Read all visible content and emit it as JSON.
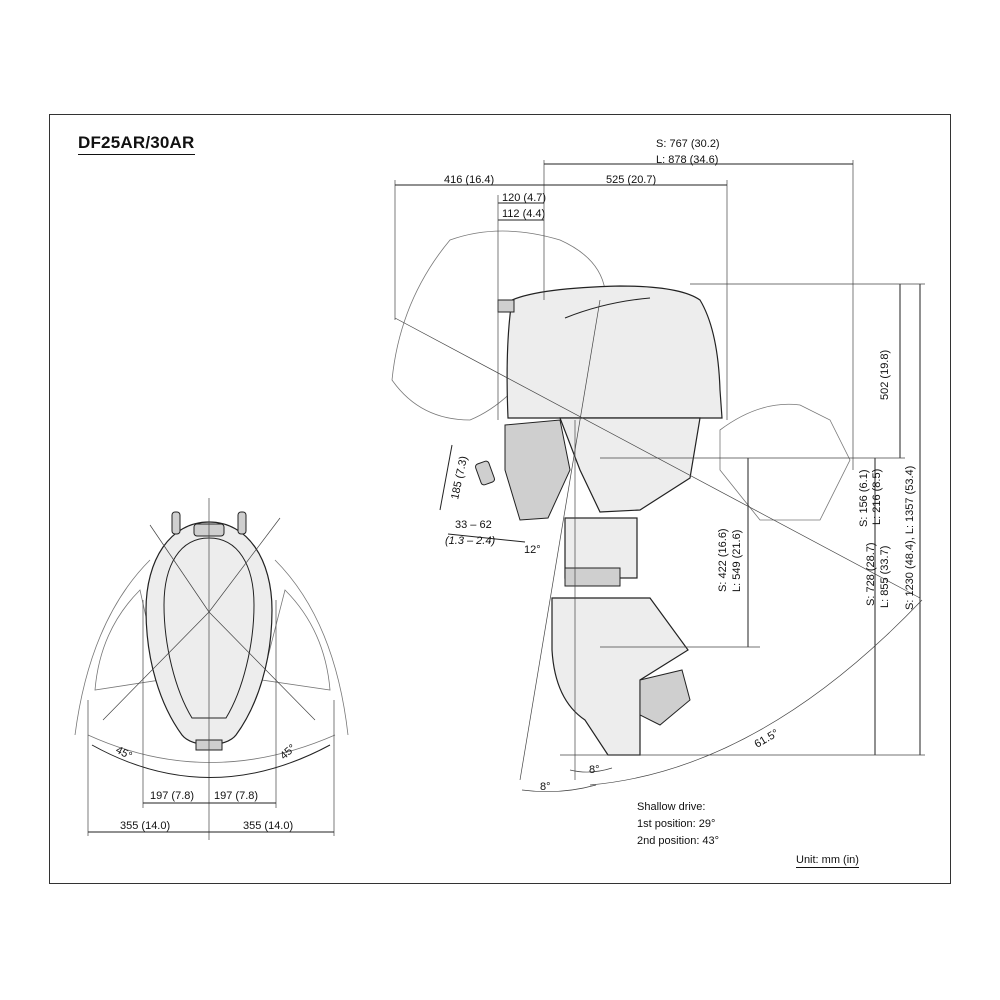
{
  "title": "DF25AR/30AR",
  "dims": {
    "top_s": "S: 767 (30.2)",
    "top_l": "L: 878 (34.6)",
    "d416": "416 (16.4)",
    "d525": "525 (20.7)",
    "d120": "120 (4.7)",
    "d112": "112 (4.4)",
    "d502": "502 (19.8)",
    "d1230": "S: 1230 (48.4), L: 1357 (53.4)",
    "d156": "S: 156 (6.1)",
    "d216": "L: 216 (8.5)",
    "d728": "S: 728 (28.7)",
    "d855": "L: 855 (33.7)",
    "d422": "S: 422 (16.6)",
    "d549": "L: 549 (21.6)",
    "d185": "185 (7.3)",
    "d33_62": "33 – 62",
    "d13_24": "(1.3 – 2.4)",
    "deg12": "12°",
    "deg8a": "8°",
    "deg8b": "8°",
    "deg615": "61.5°",
    "deg45l": "45°",
    "deg45r": "45°",
    "d197l": "197 (7.8)",
    "d197r": "197 (7.8)",
    "d355l": "355 (14.0)",
    "d355r": "355 (14.0)"
  },
  "shallow": {
    "heading": "Shallow drive:",
    "first": "1st position:  29°",
    "second": "2nd position:  43°"
  },
  "unit": "Unit: mm (in)"
}
